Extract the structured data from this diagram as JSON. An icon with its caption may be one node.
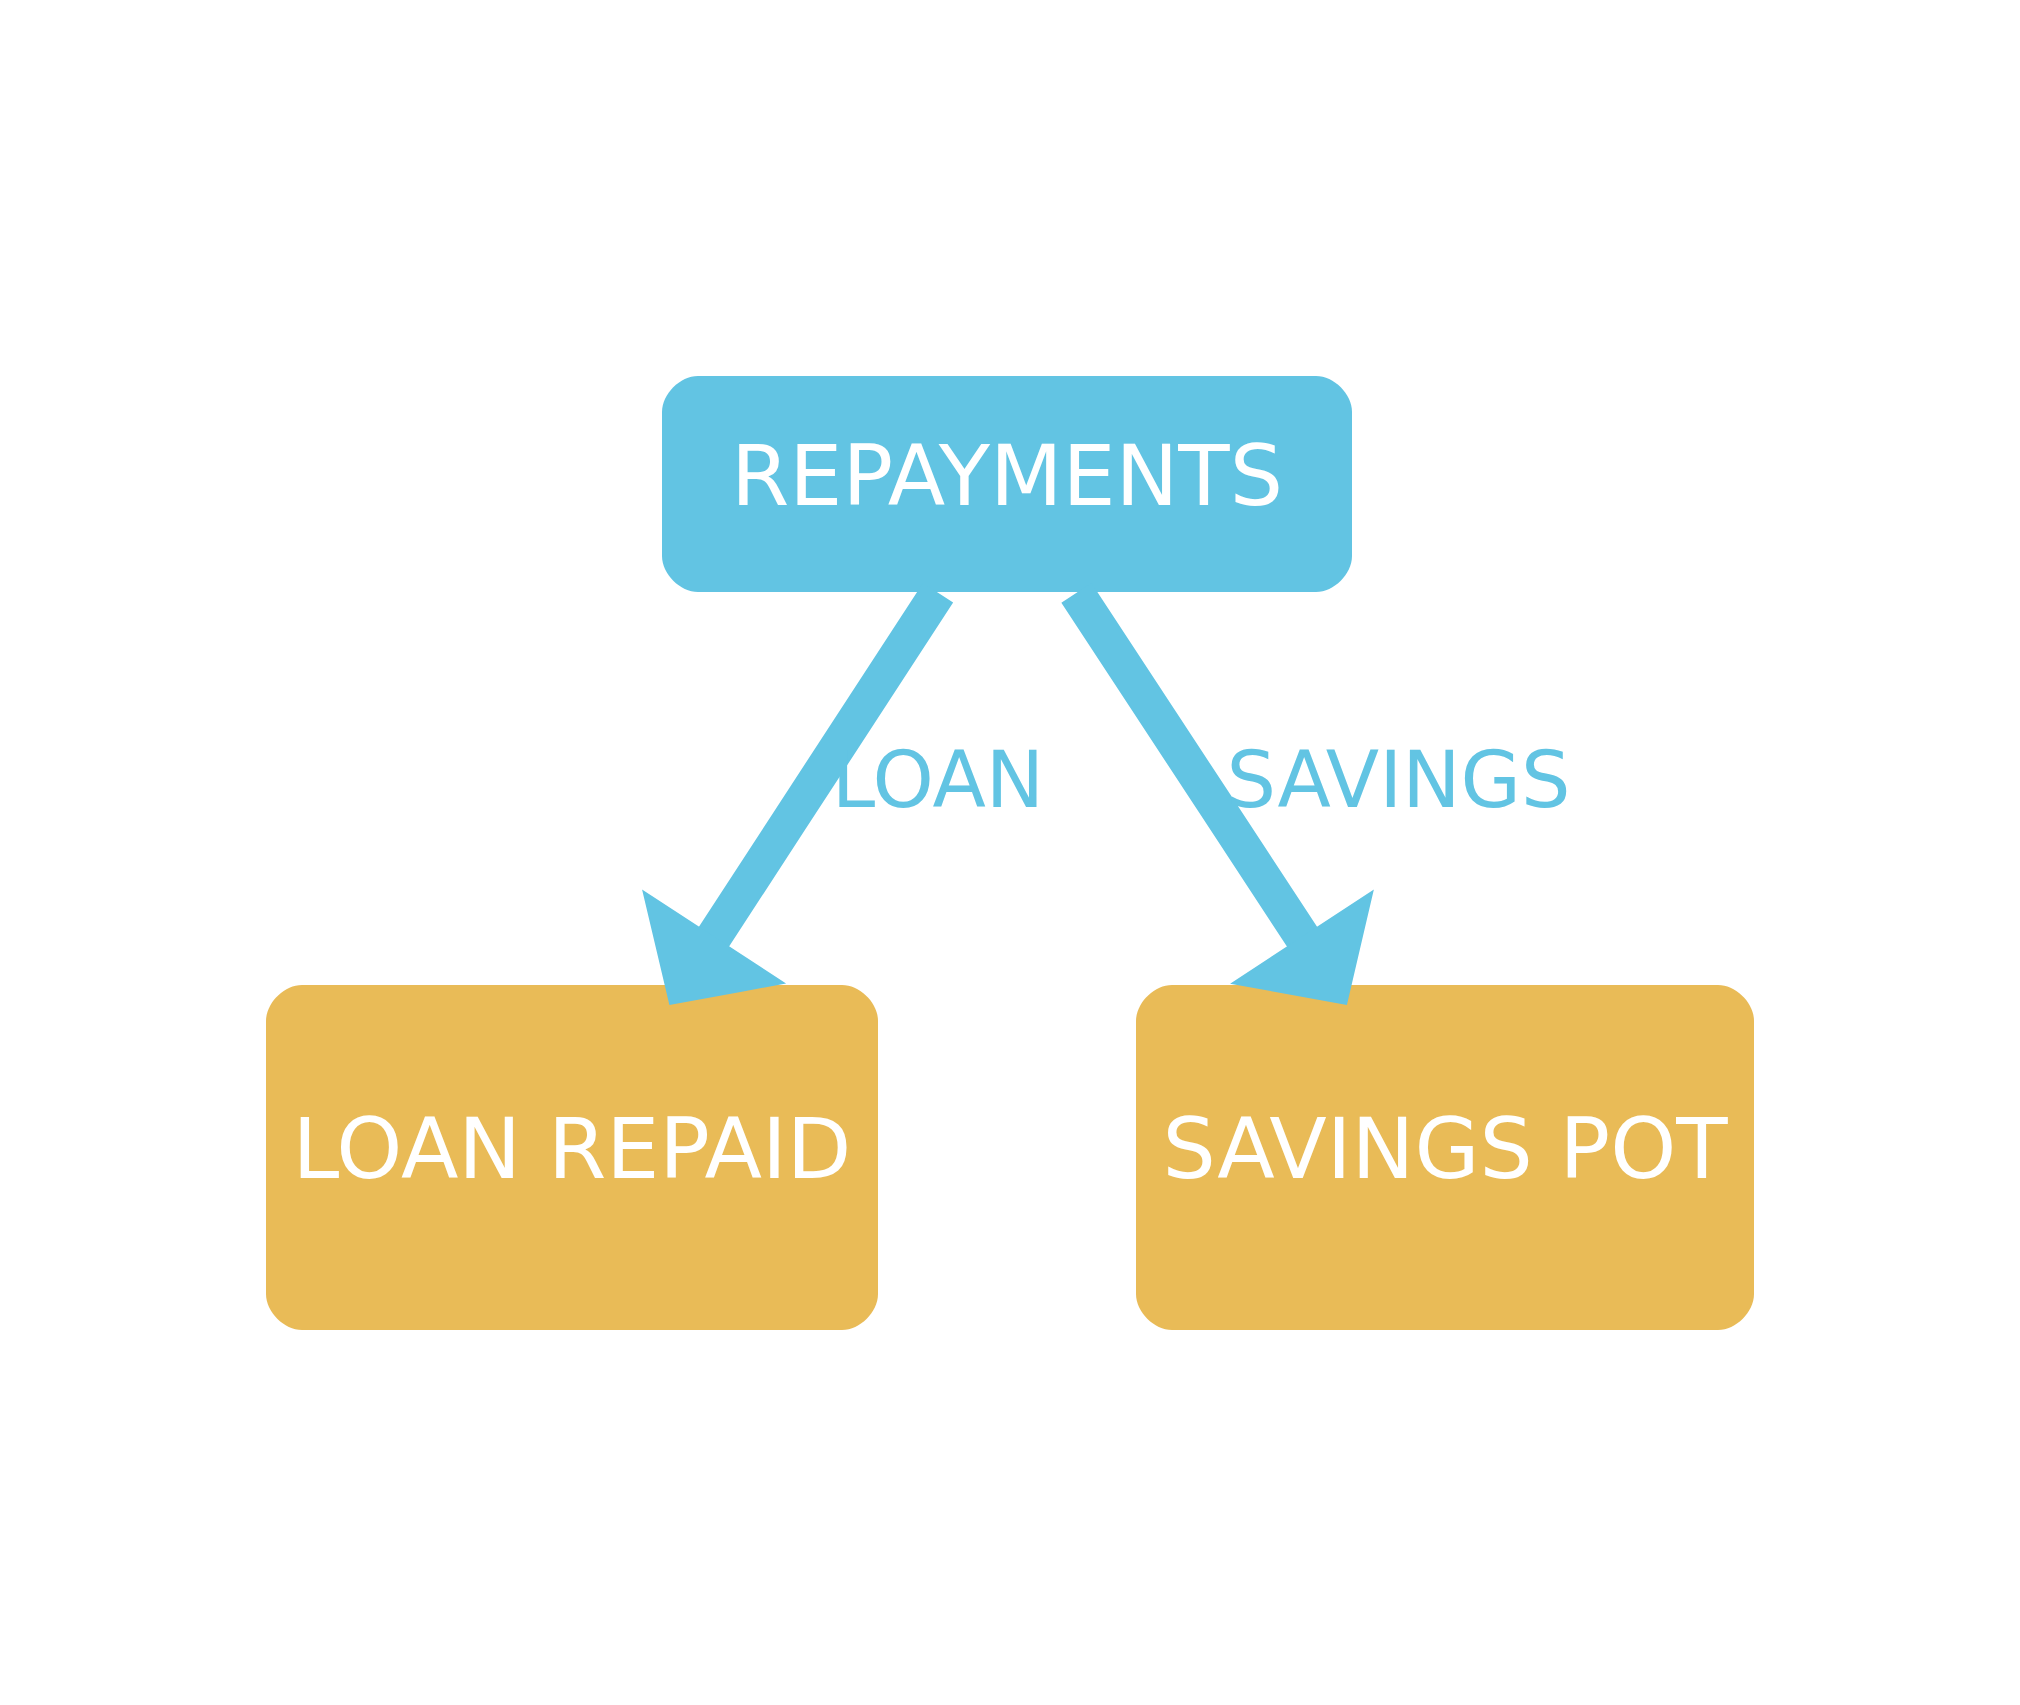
{
  "diagram": {
    "nodes": [
      {
        "text": [
          "REPAYMENTS"
        ]
      },
      {
        "text": [
          "LOAN REPAID"
        ]
      },
      {
        "text": [
          "SAVINGS POT"
        ]
      }
    ],
    "edges": [
      {
        "from": 0,
        "to": 1,
        "arrow": "to",
        "label": "LOAN"
      },
      {
        "from": 0,
        "to": 2,
        "arrow": "to",
        "label": "SAVINGS"
      }
    ]
  }
}
